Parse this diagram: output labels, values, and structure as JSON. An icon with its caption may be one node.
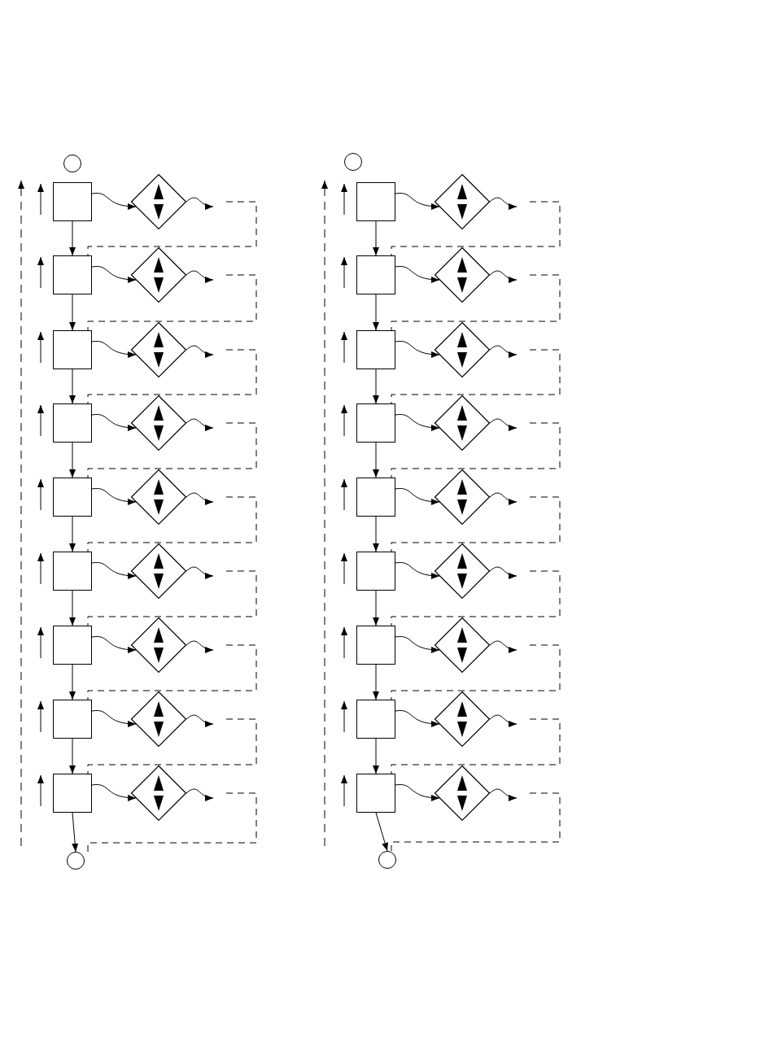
{
  "diagram": {
    "nodes": [
      {
        "text": [],
        "shape": "circle"
      },
      {
        "text": [],
        "shape": "box"
      },
      {
        "text": [],
        "shape": "diamond"
      },
      {
        "text": [],
        "shape": "box"
      },
      {
        "text": [],
        "shape": "diamond"
      },
      {
        "text": [],
        "shape": "box"
      },
      {
        "text": [],
        "shape": "diamond"
      },
      {
        "text": [],
        "shape": "box"
      },
      {
        "text": [],
        "shape": "diamond"
      },
      {
        "text": [],
        "shape": "box"
      },
      {
        "text": [],
        "shape": "diamond"
      },
      {
        "text": [],
        "shape": "box"
      },
      {
        "text": [],
        "shape": "diamond"
      },
      {
        "text": [],
        "shape": "box"
      },
      {
        "text": [],
        "shape": "diamond"
      },
      {
        "text": [],
        "shape": "box"
      },
      {
        "text": [],
        "shape": "diamond"
      },
      {
        "text": [],
        "shape": "box"
      },
      {
        "text": [],
        "shape": "diamond"
      },
      {
        "text": [],
        "shape": "circle"
      },
      {
        "text": [],
        "shape": "circle"
      },
      {
        "text": [],
        "shape": "box"
      },
      {
        "text": [],
        "shape": "diamond"
      },
      {
        "text": [],
        "shape": "box"
      },
      {
        "text": [],
        "shape": "diamond"
      },
      {
        "text": [],
        "shape": "box"
      },
      {
        "text": [],
        "shape": "diamond"
      },
      {
        "text": [],
        "shape": "box"
      },
      {
        "text": [],
        "shape": "diamond"
      },
      {
        "text": [],
        "shape": "box"
      },
      {
        "text": [],
        "shape": "diamond"
      },
      {
        "text": [],
        "shape": "box"
      },
      {
        "text": [],
        "shape": "diamond"
      },
      {
        "text": [],
        "shape": "box"
      },
      {
        "text": [],
        "shape": "diamond"
      },
      {
        "text": [],
        "shape": "box"
      },
      {
        "text": [],
        "shape": "diamond"
      },
      {
        "text": [],
        "shape": "box"
      },
      {
        "text": [],
        "shape": "diamond"
      },
      {
        "text": [],
        "shape": "circle"
      }
    ],
    "edges": [
      {
        "from": 1,
        "to": 3,
        "arrow": "to"
      },
      {
        "from": 1,
        "to": 2,
        "arrow": "to"
      },
      {
        "from": 2,
        "to": null,
        "arrow": "to"
      },
      {
        "from": null,
        "to": 3,
        "arrow": "none",
        "style": "dashed"
      },
      {
        "from": 3,
        "to": 5,
        "arrow": "to"
      },
      {
        "from": 3,
        "to": 4,
        "arrow": "to"
      },
      {
        "from": 4,
        "to": null,
        "arrow": "to"
      },
      {
        "from": null,
        "to": 5,
        "arrow": "none",
        "style": "dashed"
      },
      {
        "from": 5,
        "to": 7,
        "arrow": "to"
      },
      {
        "from": 5,
        "to": 6,
        "arrow": "to"
      },
      {
        "from": 6,
        "to": null,
        "arrow": "to"
      },
      {
        "from": null,
        "to": 7,
        "arrow": "none",
        "style": "dashed"
      },
      {
        "from": 7,
        "to": 9,
        "arrow": "to"
      },
      {
        "from": 7,
        "to": 8,
        "arrow": "to"
      },
      {
        "from": 8,
        "to": null,
        "arrow": "to"
      },
      {
        "from": null,
        "to": 9,
        "arrow": "none",
        "style": "dashed"
      },
      {
        "from": 9,
        "to": 11,
        "arrow": "to"
      },
      {
        "from": 9,
        "to": 10,
        "arrow": "to"
      },
      {
        "from": 10,
        "to": null,
        "arrow": "to"
      },
      {
        "from": null,
        "to": 11,
        "arrow": "none",
        "style": "dashed"
      },
      {
        "from": 11,
        "to": 13,
        "arrow": "to"
      },
      {
        "from": 11,
        "to": 12,
        "arrow": "to"
      },
      {
        "from": 12,
        "to": null,
        "arrow": "to"
      },
      {
        "from": null,
        "to": 13,
        "arrow": "none",
        "style": "dashed"
      },
      {
        "from": 13,
        "to": 15,
        "arrow": "to"
      },
      {
        "from": 13,
        "to": 14,
        "arrow": "to"
      },
      {
        "from": 14,
        "to": null,
        "arrow": "to"
      },
      {
        "from": null,
        "to": 15,
        "arrow": "none",
        "style": "dashed"
      },
      {
        "from": 15,
        "to": 17,
        "arrow": "to"
      },
      {
        "from": 15,
        "to": 16,
        "arrow": "to"
      },
      {
        "from": 16,
        "to": null,
        "arrow": "to"
      },
      {
        "from": null,
        "to": 17,
        "arrow": "none",
        "style": "dashed"
      },
      {
        "from": 17,
        "to": 19,
        "arrow": "to"
      },
      {
        "from": 17,
        "to": 18,
        "arrow": "to"
      },
      {
        "from": 18,
        "to": null,
        "arrow": "to"
      },
      {
        "from": null,
        "to": 19,
        "arrow": "none",
        "style": "dashed"
      },
      {
        "from": 21,
        "to": 23,
        "arrow": "to"
      },
      {
        "from": 21,
        "to": 22,
        "arrow": "to"
      },
      {
        "from": 22,
        "to": null,
        "arrow": "to"
      },
      {
        "from": null,
        "to": 23,
        "arrow": "none",
        "style": "dashed"
      },
      {
        "from": 23,
        "to": 25,
        "arrow": "to"
      },
      {
        "from": 23,
        "to": 24,
        "arrow": "to"
      },
      {
        "from": 24,
        "to": null,
        "arrow": "to"
      },
      {
        "from": null,
        "to": 25,
        "arrow": "none",
        "style": "dashed"
      },
      {
        "from": 25,
        "to": 27,
        "arrow": "to"
      },
      {
        "from": 25,
        "to": 26,
        "arrow": "to"
      },
      {
        "from": 26,
        "to": null,
        "arrow": "to"
      },
      {
        "from": null,
        "to": 27,
        "arrow": "none",
        "style": "dashed"
      },
      {
        "from": 27,
        "to": 29,
        "arrow": "to"
      },
      {
        "from": 27,
        "to": 28,
        "arrow": "to"
      },
      {
        "from": 28,
        "to": null,
        "arrow": "to"
      },
      {
        "from": null,
        "to": 29,
        "arrow": "none",
        "style": "dashed"
      },
      {
        "from": 29,
        "to": 31,
        "arrow": "to"
      },
      {
        "from": 29,
        "to": 30,
        "arrow": "to"
      },
      {
        "from": 30,
        "to": null,
        "arrow": "to"
      },
      {
        "from": null,
        "to": 31,
        "arrow": "none",
        "style": "dashed"
      },
      {
        "from": 31,
        "to": 33,
        "arrow": "to"
      },
      {
        "from": 31,
        "to": 32,
        "arrow": "to"
      },
      {
        "from": 32,
        "to": null,
        "arrow": "to"
      },
      {
        "from": null,
        "to": 33,
        "arrow": "none",
        "style": "dashed"
      },
      {
        "from": 33,
        "to": 35,
        "arrow": "to"
      },
      {
        "from": 33,
        "to": 34,
        "arrow": "to"
      },
      {
        "from": 34,
        "to": null,
        "arrow": "to"
      },
      {
        "from": null,
        "to": 35,
        "arrow": "none",
        "style": "dashed"
      },
      {
        "from": 35,
        "to": 37,
        "arrow": "to"
      },
      {
        "from": 35,
        "to": 36,
        "arrow": "to"
      },
      {
        "from": 36,
        "to": null,
        "arrow": "to"
      },
      {
        "from": null,
        "to": 37,
        "arrow": "none",
        "style": "dashed"
      },
      {
        "from": 37,
        "to": 39,
        "arrow": "to"
      },
      {
        "from": 37,
        "to": 38,
        "arrow": "to"
      },
      {
        "from": 38,
        "to": null,
        "arrow": "to"
      },
      {
        "from": null,
        "to": 39,
        "arrow": "none",
        "style": "dashed"
      }
    ]
  }
}
